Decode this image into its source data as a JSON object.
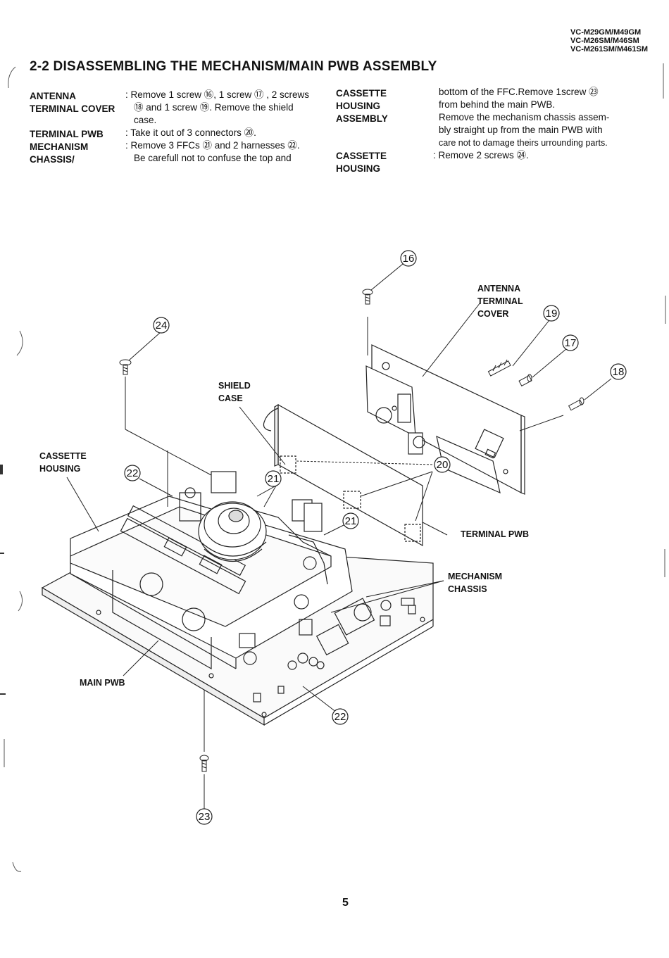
{
  "header": {
    "models": [
      "VC-M29GM/M49GM",
      "VC-M26SM/M46SM",
      "VC-M261SM/M461SM"
    ]
  },
  "section": {
    "title": "2-2 DISASSEMBLING THE MECHANISM/MAIN PWB ASSEMBLY"
  },
  "instructions": {
    "antenna_term": [
      "ANTENNA",
      "TERMINAL COVER"
    ],
    "antenna_desc": [
      ": Remove 1 screw ⑯, 1 screw ⑰ , 2 screws",
      "⑱ and 1 screw ⑲. Remove the shield",
      "case."
    ],
    "terminal_term": "TERMINAL PWB",
    "terminal_desc": ": Take it out of 3 connectors ⑳.",
    "mechanism_term": [
      "MECHANISM",
      "CHASSIS/"
    ],
    "mechanism_desc": [
      ": Remove 3 FFCs ㉑ and 2 harnesses ㉒.",
      "Be carefull not to confuse the top and"
    ],
    "cassette_assembly_term": [
      "CASSETTE",
      "HOUSING",
      "ASSEMBLY"
    ],
    "cassette_assembly_desc": [
      "bottom of the FFC.Remove 1screw ㉓",
      "from behind the main PWB.",
      "Remove the mechanism chassis assem-",
      "bly straight up from the main PWB with",
      "care not to damage theirs urrounding parts."
    ],
    "cassette_housing_term": [
      "CASSETTE",
      "HOUSING"
    ],
    "cassette_housing_desc": ": Remove 2 screws ㉔."
  },
  "figure": {
    "labels": {
      "antenna_cover": [
        "ANTENNA",
        "TERMINAL",
        "COVER"
      ],
      "shield_case": [
        "SHIELD",
        "CASE"
      ],
      "cassette_housing": [
        "CASSETTE",
        "HOUSING"
      ],
      "terminal_pwb": "TERMINAL PWB",
      "mechanism_chassis": [
        "MECHANISM",
        "CHASSIS"
      ],
      "main_pwb": "MAIN PWB"
    },
    "callouts": {
      "c16": "16",
      "c17": "17",
      "c18": "18",
      "c19": "19",
      "c20": "20",
      "c21a": "21",
      "c21b": "21",
      "c22a": "22",
      "c22b": "22",
      "c23": "23",
      "c24": "24"
    }
  },
  "footer": {
    "page_number": "5"
  }
}
